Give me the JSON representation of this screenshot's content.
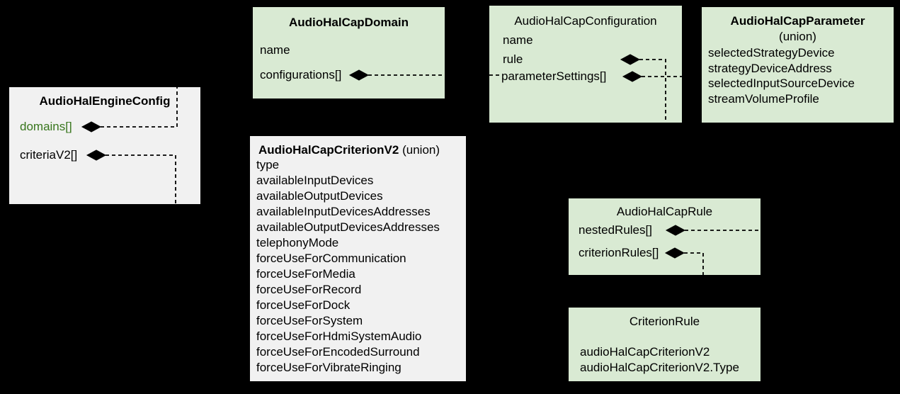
{
  "colors": {
    "background": "#000000",
    "box_green_fill": "#d9ead3",
    "box_gray_fill": "#f1f1f1",
    "link_green_text": "#38761d",
    "text": "#000000",
    "connector": "#000000"
  },
  "icons": {
    "aggregation_diamond": "filled black diamond (UML composition/aggregation)"
  },
  "boxes": {
    "engine": {
      "title": "AudioHalEngineConfig",
      "fields": [
        "domains[]",
        "criteriaV2[]"
      ]
    },
    "domain": {
      "title": "AudioHalCapDomain",
      "fields": [
        "name",
        "configurations[]"
      ]
    },
    "configuration": {
      "title": "AudioHalCapConfiguration",
      "fields": [
        "name",
        "rule",
        "parameterSettings[]"
      ]
    },
    "parameter": {
      "title": "AudioHalCapParameter",
      "subtitle": "(union)",
      "fields": [
        "selectedStrategyDevice",
        "strategyDeviceAddress",
        "selectedInputSourceDevice",
        "streamVolumeProfile"
      ]
    },
    "criterionV2": {
      "title": "AudioHalCapCriterionV2",
      "subtitle": "(union)",
      "fields": [
        "type",
        "availableInputDevices",
        "availableOutputDevices",
        "availableInputDevicesAddresses",
        "availableOutputDevicesAddresses",
        "telephonyMode",
        "forceUseForCommunication",
        "forceUseForMedia",
        "forceUseForRecord",
        "forceUseForDock",
        "forceUseForSystem",
        "forceUseForHdmiSystemAudio",
        "forceUseForEncodedSurround",
        "forceUseForVibrateRinging"
      ]
    },
    "rule": {
      "title": "AudioHalCapRule",
      "fields": [
        "nestedRules[]",
        "criterionRules[]"
      ]
    },
    "criterionRule": {
      "title": "CriterionRule",
      "fields": [
        "audioHalCapCriterionV2",
        "audioHalCapCriterionV2.Type"
      ]
    }
  },
  "connectors": [
    {
      "from": "AudioHalEngineConfig.domains[]",
      "to": "AudioHalCapDomain"
    },
    {
      "from": "AudioHalEngineConfig.criteriaV2[]",
      "to": "AudioHalCapCriterionV2"
    },
    {
      "from": "AudioHalCapDomain.configurations[]",
      "to": "AudioHalCapConfiguration"
    },
    {
      "from": "AudioHalCapConfiguration.rule",
      "to": "AudioHalCapRule"
    },
    {
      "from": "AudioHalCapConfiguration.parameterSettings[]",
      "to": "AudioHalCapParameter"
    },
    {
      "from": "AudioHalCapRule.nestedRules[]",
      "to": "AudioHalCapRule"
    },
    {
      "from": "AudioHalCapRule.criterionRules[]",
      "to": "CriterionRule"
    }
  ]
}
